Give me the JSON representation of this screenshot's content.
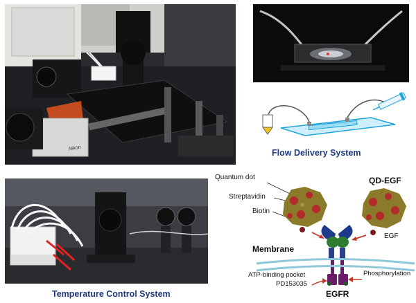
{
  "captions": {
    "flow": "Flow Delivery System",
    "temperature": "Temperature Control System"
  },
  "photo_text": {
    "microscope_brand": "Nikon"
  },
  "schematic": {
    "quantum_dot": "Quantum dot",
    "streptavidin": "Streptavidin",
    "biotin": "Biotin",
    "qd_egf": "QD-EGF",
    "egf": "EGF",
    "membrane": "Membrane",
    "atp_pocket": "ATP-binding pocket",
    "phosphorylation": "Phosphorylation",
    "pd": "PD153035",
    "egfr": "EGFR"
  },
  "colors": {
    "caption": "#1f3a7a",
    "qd_body": "#8b7a2a",
    "qd_spots": "#b22a2a",
    "receptor_blue": "#1e3a8a",
    "receptor_green": "#2e7d32",
    "receptor_purple": "#6a1b6a",
    "membrane": "#8fc8d8",
    "arrow": "#c0392b"
  }
}
